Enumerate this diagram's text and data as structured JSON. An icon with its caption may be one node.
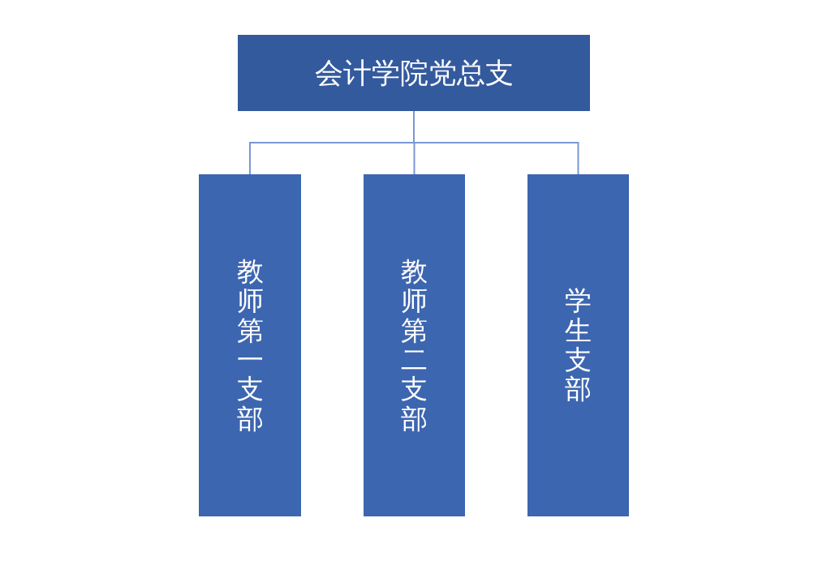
{
  "diagram": {
    "nodes": [
      {
        "text": [
          "会计学院党总支"
        ]
      },
      {
        "text": [
          "教师第一支部"
        ]
      },
      {
        "text": [
          "教师第二支部"
        ]
      },
      {
        "text": [
          "学生支部"
        ]
      }
    ],
    "edges": [
      {
        "from": 0,
        "to": 1,
        "arrow": "none"
      },
      {
        "from": 0,
        "to": 2,
        "arrow": "none"
      },
      {
        "from": 0,
        "to": 3,
        "arrow": "none"
      }
    ]
  }
}
